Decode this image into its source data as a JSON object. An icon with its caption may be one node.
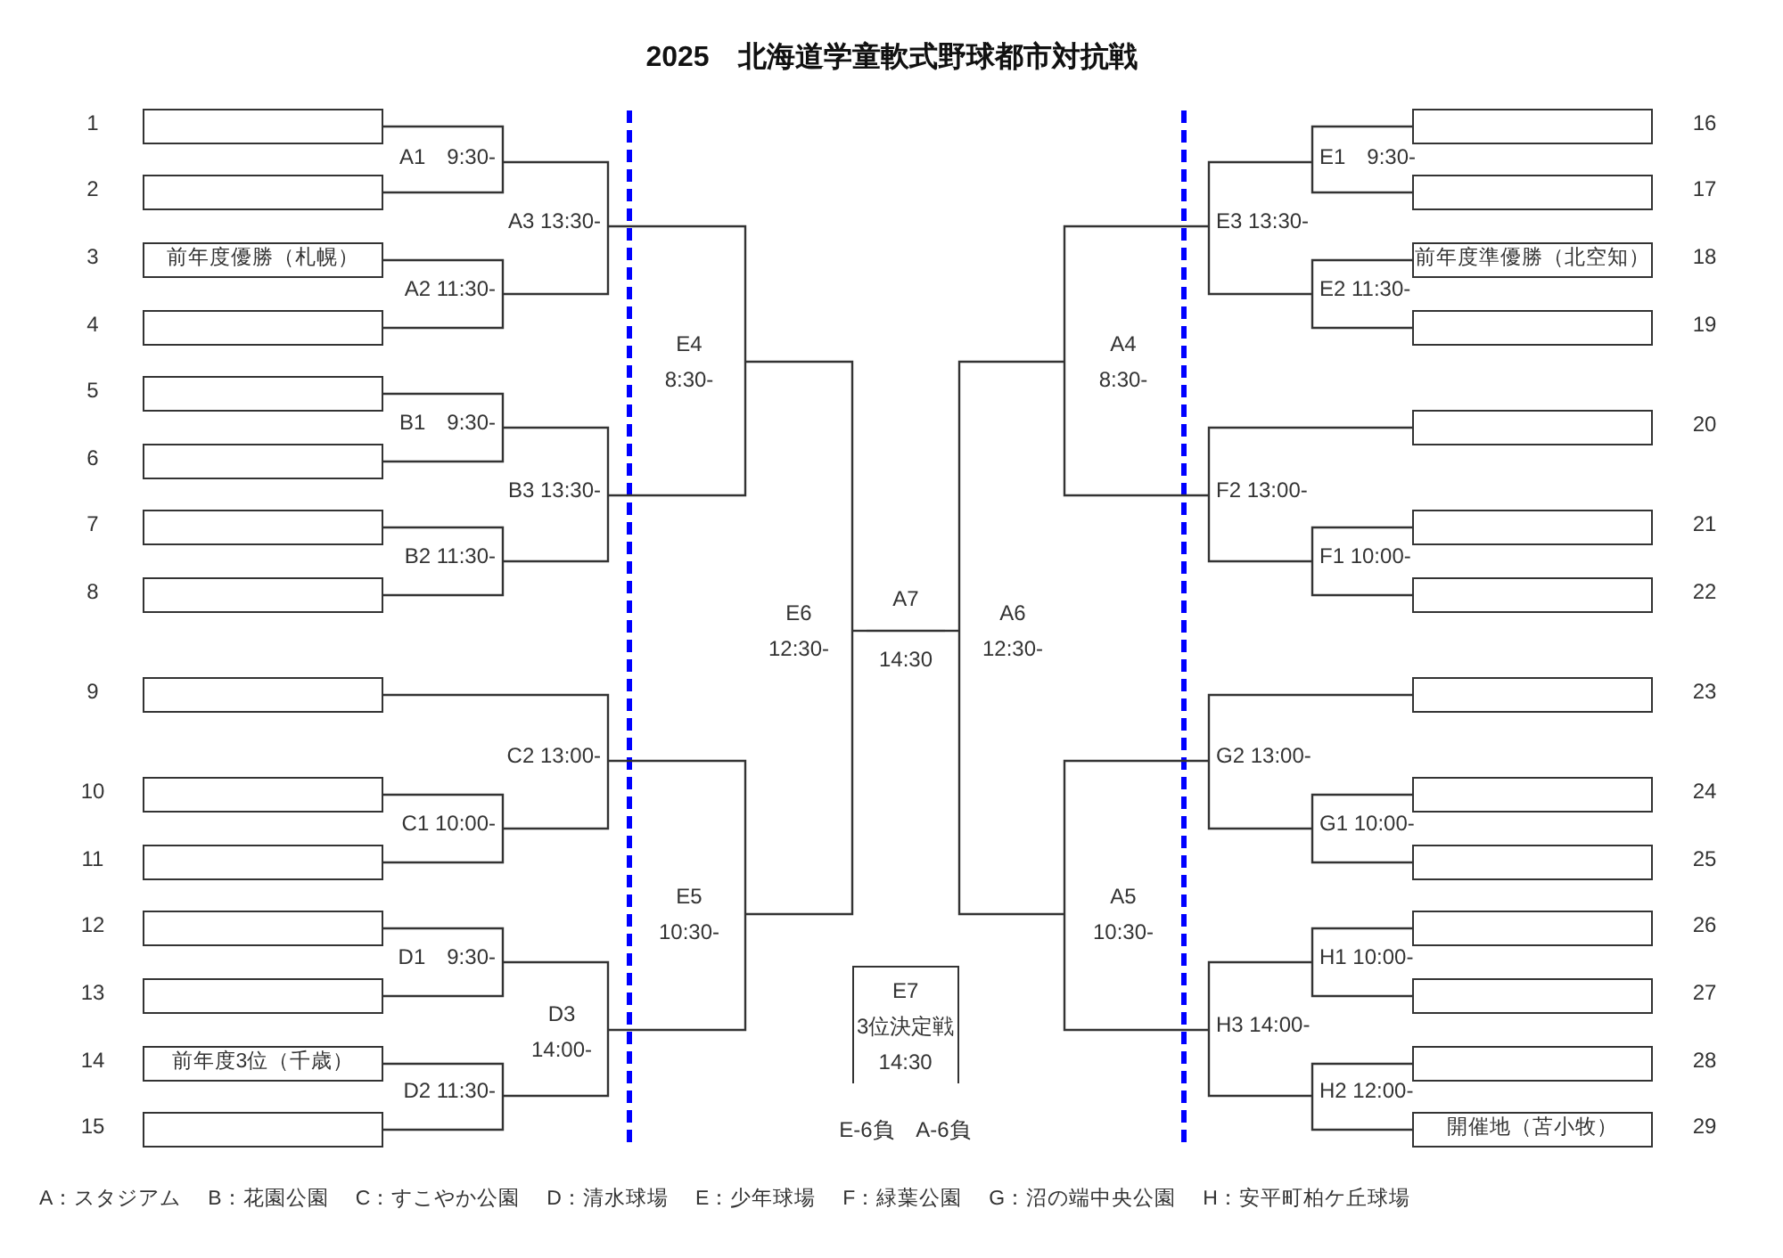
{
  "diagram": {
    "title": "2025　北海道学童軟式野球都市対抗戦",
    "nodes": [
      {
        "text": [],
        "shape": "box",
        "beside": [
          "1"
        ]
      },
      {
        "text": [],
        "shape": "box",
        "beside": [
          "2"
        ]
      },
      {
        "text": [
          "前年度優勝（札幌）"
        ],
        "beside": [
          "3"
        ]
      },
      {
        "text": [],
        "shape": "box",
        "beside": [
          "4"
        ]
      },
      {
        "text": [],
        "shape": "box",
        "beside": [
          "5"
        ]
      },
      {
        "text": [],
        "shape": "box",
        "beside": [
          "6"
        ]
      },
      {
        "text": [],
        "shape": "box",
        "beside": [
          "7"
        ]
      },
      {
        "text": [],
        "shape": "box",
        "beside": [
          "8"
        ]
      },
      {
        "text": [],
        "shape": "box",
        "beside": [
          "9"
        ]
      },
      {
        "text": [],
        "shape": "box",
        "beside": [
          "10"
        ]
      },
      {
        "text": [],
        "shape": "box",
        "beside": [
          "11"
        ]
      },
      {
        "text": [],
        "shape": "box",
        "beside": [
          "12"
        ]
      },
      {
        "text": [],
        "shape": "box",
        "beside": [
          "13"
        ]
      },
      {
        "text": [
          "前年度3位（千歳）"
        ],
        "beside": [
          "14"
        ]
      },
      {
        "text": [],
        "shape": "box",
        "beside": [
          "15"
        ]
      },
      {
        "text": [],
        "shape": "box",
        "beside": [
          "16"
        ]
      },
      {
        "text": [],
        "shape": "box",
        "beside": [
          "17"
        ]
      },
      {
        "text": [
          "前年度準優勝（北空知）"
        ],
        "beside": [
          "18"
        ]
      },
      {
        "text": [],
        "shape": "box",
        "beside": [
          "19"
        ]
      },
      {
        "text": [],
        "shape": "box",
        "beside": [
          "20"
        ]
      },
      {
        "text": [],
        "shape": "box",
        "beside": [
          "21"
        ]
      },
      {
        "text": [],
        "shape": "box",
        "beside": [
          "22"
        ]
      },
      {
        "text": [],
        "shape": "box",
        "beside": [
          "23"
        ]
      },
      {
        "text": [],
        "shape": "box",
        "beside": [
          "24"
        ]
      },
      {
        "text": [],
        "shape": "box",
        "beside": [
          "25"
        ]
      },
      {
        "text": [],
        "shape": "box",
        "beside": [
          "26"
        ]
      },
      {
        "text": [],
        "shape": "box",
        "beside": [
          "27"
        ]
      },
      {
        "text": [],
        "shape": "box",
        "beside": [
          "28"
        ]
      },
      {
        "text": [
          "開催地（苫小牧）"
        ],
        "beside": [
          "29"
        ]
      },
      {
        "text": [
          "A1　9:30-"
        ]
      },
      {
        "text": [
          "A2 11:30-"
        ]
      },
      {
        "text": [
          "A3 13:30-"
        ]
      },
      {
        "text": [
          "B1　9:30-"
        ]
      },
      {
        "text": [
          "B2 11:30-"
        ]
      },
      {
        "text": [
          "B3 13:30-"
        ]
      },
      {
        "text": [
          "C1 10:00-"
        ]
      },
      {
        "text": [
          "C2 13:00-"
        ]
      },
      {
        "text": [
          "D1　9:30-"
        ]
      },
      {
        "text": [
          "D2 11:30-"
        ]
      },
      {
        "text": [
          "D3",
          "14:00-"
        ]
      },
      {
        "text": [
          "E4",
          "8:30-"
        ]
      },
      {
        "text": [
          "E5",
          "10:30-"
        ]
      },
      {
        "text": [
          "E6",
          "12:30-"
        ]
      },
      {
        "text": [
          "A7",
          "14:30"
        ]
      },
      {
        "text": [
          "A6",
          "12:30-"
        ]
      },
      {
        "text": [
          "A4",
          "8:30-"
        ]
      },
      {
        "text": [
          "A5",
          "10:30-"
        ]
      },
      {
        "text": [
          "E1　9:30-"
        ]
      },
      {
        "text": [
          "E2 11:30-"
        ]
      },
      {
        "text": [
          "E3 13:30-"
        ]
      },
      {
        "text": [
          "F1 10:00-"
        ]
      },
      {
        "text": [
          "F2 13:00-"
        ]
      },
      {
        "text": [
          "G1 10:00-"
        ]
      },
      {
        "text": [
          "G2 13:00-"
        ]
      },
      {
        "text": [
          "H1 10:00-"
        ]
      },
      {
        "text": [
          "H2 12:00-"
        ]
      },
      {
        "text": [
          "H3 14:00-"
        ]
      },
      {
        "text": [
          "E7",
          "3位決定戦",
          "14:30"
        ],
        "beside": [
          "E-6負",
          "A-6負"
        ]
      }
    ],
    "edges": [
      {
        "from": 0,
        "to": 29,
        "arrow": "none"
      },
      {
        "from": 1,
        "to": 29,
        "arrow": "none"
      },
      {
        "from": 2,
        "to": 30,
        "arrow": "none"
      },
      {
        "from": 3,
        "to": 30,
        "arrow": "none"
      },
      {
        "from": 29,
        "to": 31,
        "arrow": "none"
      },
      {
        "from": 30,
        "to": 31,
        "arrow": "none"
      },
      {
        "from": 4,
        "to": 32,
        "arrow": "none"
      },
      {
        "from": 5,
        "to": 32,
        "arrow": "none"
      },
      {
        "from": 6,
        "to": 33,
        "arrow": "none"
      },
      {
        "from": 7,
        "to": 33,
        "arrow": "none"
      },
      {
        "from": 32,
        "to": 34,
        "arrow": "none"
      },
      {
        "from": 33,
        "to": 34,
        "arrow": "none"
      },
      {
        "from": 9,
        "to": 35,
        "arrow": "none"
      },
      {
        "from": 10,
        "to": 35,
        "arrow": "none"
      },
      {
        "from": 8,
        "to": 36,
        "arrow": "none"
      },
      {
        "from": 35,
        "to": 36,
        "arrow": "none"
      },
      {
        "from": 11,
        "to": 37,
        "arrow": "none"
      },
      {
        "from": 12,
        "to": 37,
        "arrow": "none"
      },
      {
        "from": 13,
        "to": 38,
        "arrow": "none"
      },
      {
        "from": 14,
        "to": 38,
        "arrow": "none"
      },
      {
        "from": 37,
        "to": 39,
        "arrow": "none"
      },
      {
        "from": 38,
        "to": 39,
        "arrow": "none"
      },
      {
        "from": 31,
        "to": 40,
        "arrow": "none"
      },
      {
        "from": 34,
        "to": 40,
        "arrow": "none"
      },
      {
        "from": 36,
        "to": 41,
        "arrow": "none"
      },
      {
        "from": 39,
        "to": 41,
        "arrow": "none"
      },
      {
        "from": 40,
        "to": 42,
        "arrow": "none"
      },
      {
        "from": 41,
        "to": 42,
        "arrow": "none"
      },
      {
        "from": 42,
        "to": 43,
        "arrow": "none"
      },
      {
        "from": 44,
        "to": 43,
        "arrow": "none"
      },
      {
        "from": 45,
        "to": 44,
        "arrow": "none"
      },
      {
        "from": 46,
        "to": 44,
        "arrow": "none"
      },
      {
        "from": 15,
        "to": 47,
        "arrow": "none"
      },
      {
        "from": 16,
        "to": 47,
        "arrow": "none"
      },
      {
        "from": 17,
        "to": 48,
        "arrow": "none"
      },
      {
        "from": 18,
        "to": 48,
        "arrow": "none"
      },
      {
        "from": 47,
        "to": 49,
        "arrow": "none"
      },
      {
        "from": 48,
        "to": 49,
        "arrow": "none"
      },
      {
        "from": 20,
        "to": 50,
        "arrow": "none"
      },
      {
        "from": 21,
        "to": 50,
        "arrow": "none"
      },
      {
        "from": 19,
        "to": 51,
        "arrow": "none"
      },
      {
        "from": 50,
        "to": 51,
        "arrow": "none"
      },
      {
        "from": 49,
        "to": 45,
        "arrow": "none"
      },
      {
        "from": 51,
        "to": 45,
        "arrow": "none"
      },
      {
        "from": 23,
        "to": 52,
        "arrow": "none"
      },
      {
        "from": 24,
        "to": 52,
        "arrow": "none"
      },
      {
        "from": 22,
        "to": 53,
        "arrow": "none"
      },
      {
        "from": 52,
        "to": 53,
        "arrow": "none"
      },
      {
        "from": 25,
        "to": 54,
        "arrow": "none"
      },
      {
        "from": 26,
        "to": 54,
        "arrow": "none"
      },
      {
        "from": 27,
        "to": 55,
        "arrow": "none"
      },
      {
        "from": 28,
        "to": 55,
        "arrow": "none"
      },
      {
        "from": 54,
        "to": 56,
        "arrow": "none"
      },
      {
        "from": 55,
        "to": 56,
        "arrow": "none"
      },
      {
        "from": 53,
        "to": 46,
        "arrow": "none"
      },
      {
        "from": 56,
        "to": 46,
        "arrow": "none"
      }
    ],
    "labels": [
      "A：スタジアム",
      "B：花園公園",
      "C：すこやか公園",
      "D：清水球場",
      "E：少年球場",
      "F：緑葉公園",
      "G：沼の端中央公園",
      "H：安平町柏ケ丘球場"
    ]
  }
}
